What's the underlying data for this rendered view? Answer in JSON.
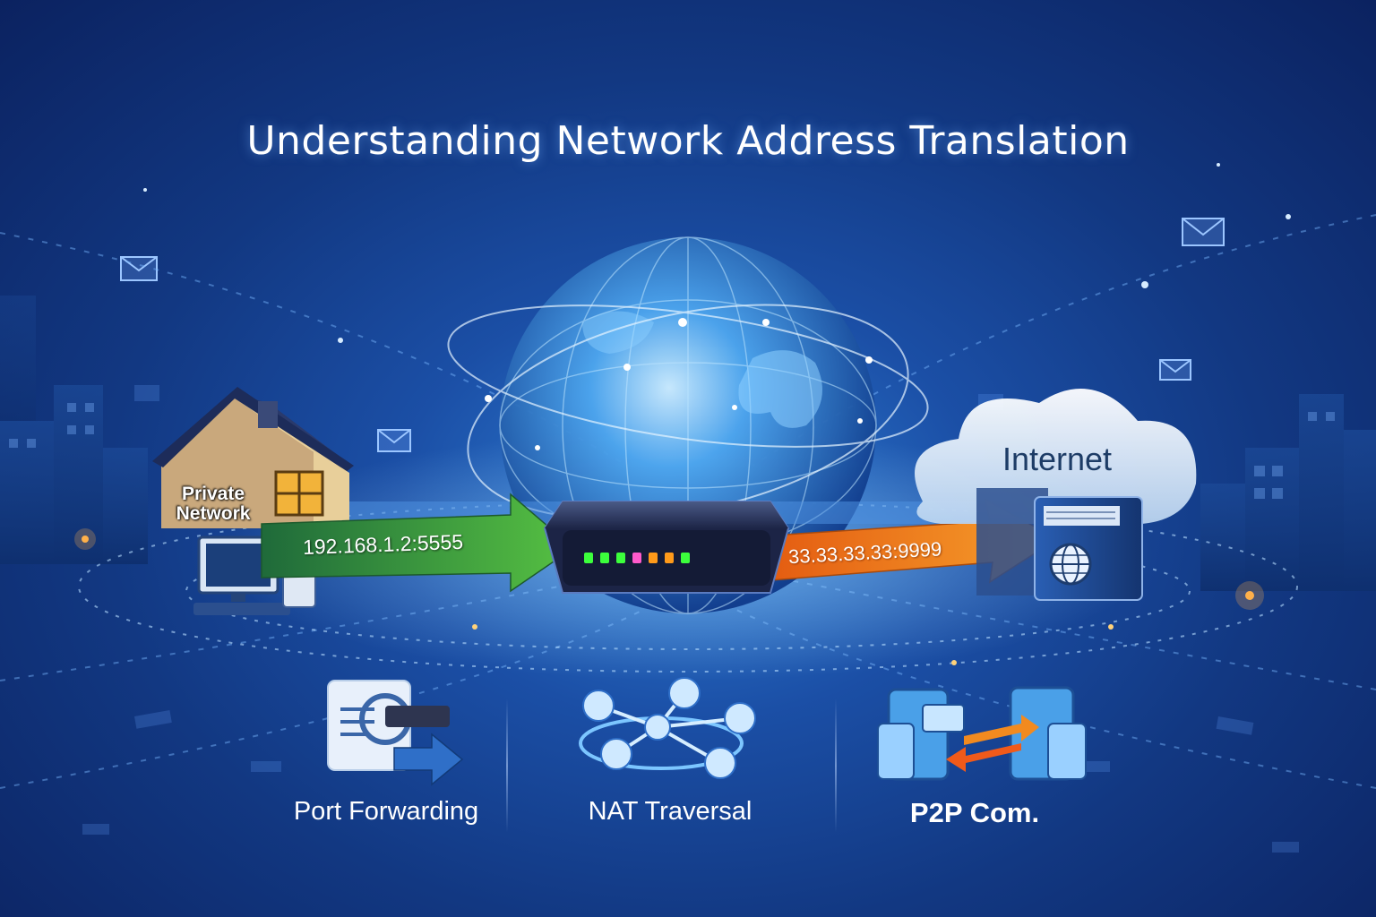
{
  "title": "Understanding Network Address Translation",
  "nodes": {
    "private_network": {
      "label": "Private\nNetwork"
    },
    "internet": {
      "label": "Internet"
    },
    "router": {
      "led_colors": [
        "#3cff3c",
        "#3cff3c",
        "#3cff3c",
        "#ff5acb",
        "#ff9a1a",
        "#ff9a1a",
        "#3cff3c"
      ]
    }
  },
  "edges": [
    {
      "from": "private_network",
      "to": "router",
      "label": "192.168.1.2:5555",
      "color": "#3aa84a"
    },
    {
      "from": "router",
      "to": "internet",
      "label": "33.33.33.33:9999",
      "color": "#f27a1a"
    }
  ],
  "features": [
    {
      "label": "Port Forwarding",
      "icon": "port-forwarding-icon"
    },
    {
      "label": "NAT Traversal",
      "icon": "network-nodes-icon"
    },
    {
      "label": "P2P Com.",
      "icon": "p2p-devices-icon"
    }
  ],
  "colors": {
    "background": "#123882",
    "accent_green": "#3aa84a",
    "accent_orange": "#f27a1a"
  }
}
